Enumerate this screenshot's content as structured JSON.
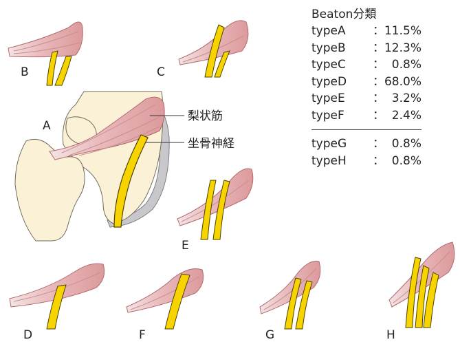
{
  "legend": {
    "title": "Beaton分類",
    "main_types": [
      {
        "label": "typeA",
        "value": "：11.5%"
      },
      {
        "label": "typeB",
        "value": "：12.3%"
      },
      {
        "label": "typeC",
        "value": "：  0.8%"
      },
      {
        "label": "typeD",
        "value": "：68.0%"
      },
      {
        "label": "typeE",
        "value": "：  3.2%"
      },
      {
        "label": "typeF",
        "value": "：  2.4%"
      }
    ],
    "extra_types": [
      {
        "label": "typeG",
        "value": "：  0.8%"
      },
      {
        "label": "typeH",
        "value": "：  0.8%"
      }
    ]
  },
  "annotations": {
    "muscle": "梨状筋",
    "nerve": "坐骨神経"
  },
  "panel_labels": {
    "A": "A",
    "B": "B",
    "C": "C",
    "D": "D",
    "E": "E",
    "F": "F",
    "G": "G",
    "H": "H"
  },
  "colors": {
    "muscle": "#e0a2a4",
    "muscle_line": "#c2797d",
    "nerve": "#f7d400",
    "nerve_outline": "#4a4000",
    "bone": "#fbf1d6",
    "capsule": "#b8b8bc"
  }
}
